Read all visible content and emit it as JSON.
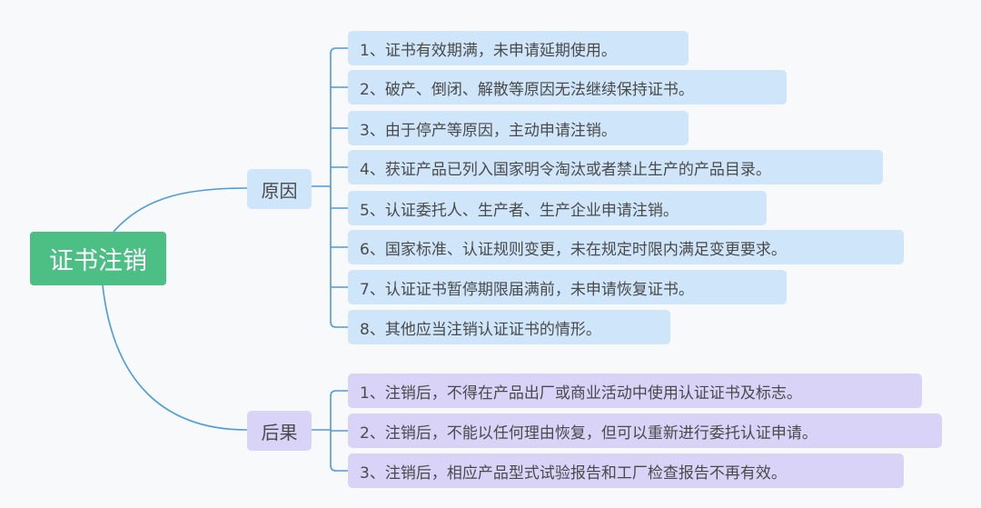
{
  "root": "证书注销",
  "branches": [
    {
      "label": "原因",
      "color": "#cfe5fa",
      "items": [
        "1、证书有效期满，未申请延期使用。",
        "2、破产、倒闭、解散等原因无法继续保持证书。",
        "3、由于停产等原因，主动申请注销。",
        "4、获证产品已列入国家明令淘汰或者禁止生产的产品目录。",
        "5、认证委托人、生产者、生产企业申请注销。",
        "6、国家标准、认证规则变更，未在规定时限内满足变更要求。",
        "7、认证证书暂停期限届满前，未申请恢复证书。",
        "8、其他应当注销认证证书的情形。"
      ]
    },
    {
      "label": "后果",
      "color": "#d9d3f8",
      "items": [
        "1、注销后，不得在产品出厂或商业活动中使用认证证书及标志。",
        "2、注销后，不能以任何理由恢复，但可以重新进行委托认证申请。",
        "3、注销后，相应产品型式试验报告和工厂检查报告不再有效。"
      ]
    }
  ],
  "colors": {
    "root": "#4cbf85",
    "line": "#4a9be0"
  }
}
